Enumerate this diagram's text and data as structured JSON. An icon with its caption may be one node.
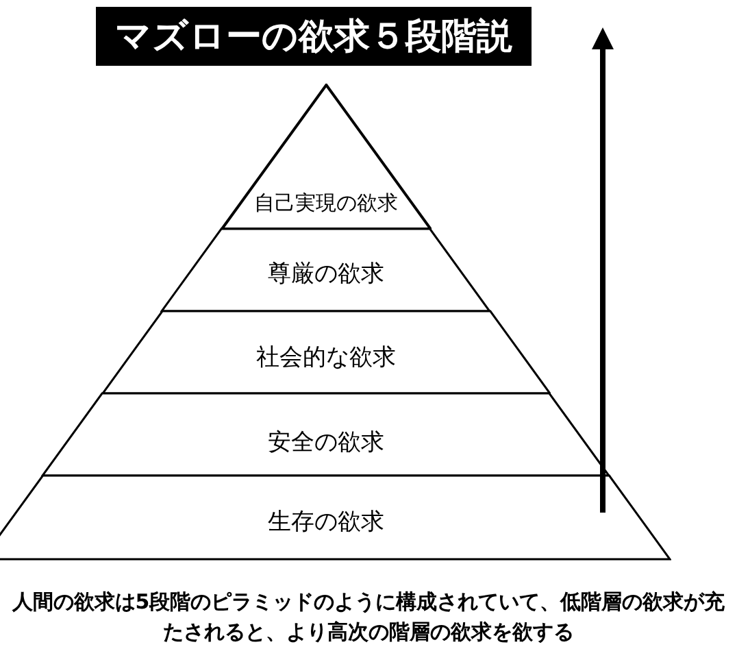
{
  "diagram": {
    "title": "マズローの欲求５段階説",
    "caption": "人間の欲求は5段階のピラミッドのように構成されていて、低階層の欲求が充たされると、より高次の階層の欲求を欲する",
    "nodes": [
      {
        "text": [
          "自己実現の欲求"
        ]
      },
      {
        "text": [
          "尊厳の欲求"
        ]
      },
      {
        "text": [
          "社会的な欲求"
        ]
      },
      {
        "text": [
          "安全の欲求"
        ]
      },
      {
        "text": [
          "生存の欲求"
        ]
      }
    ],
    "edges": []
  }
}
